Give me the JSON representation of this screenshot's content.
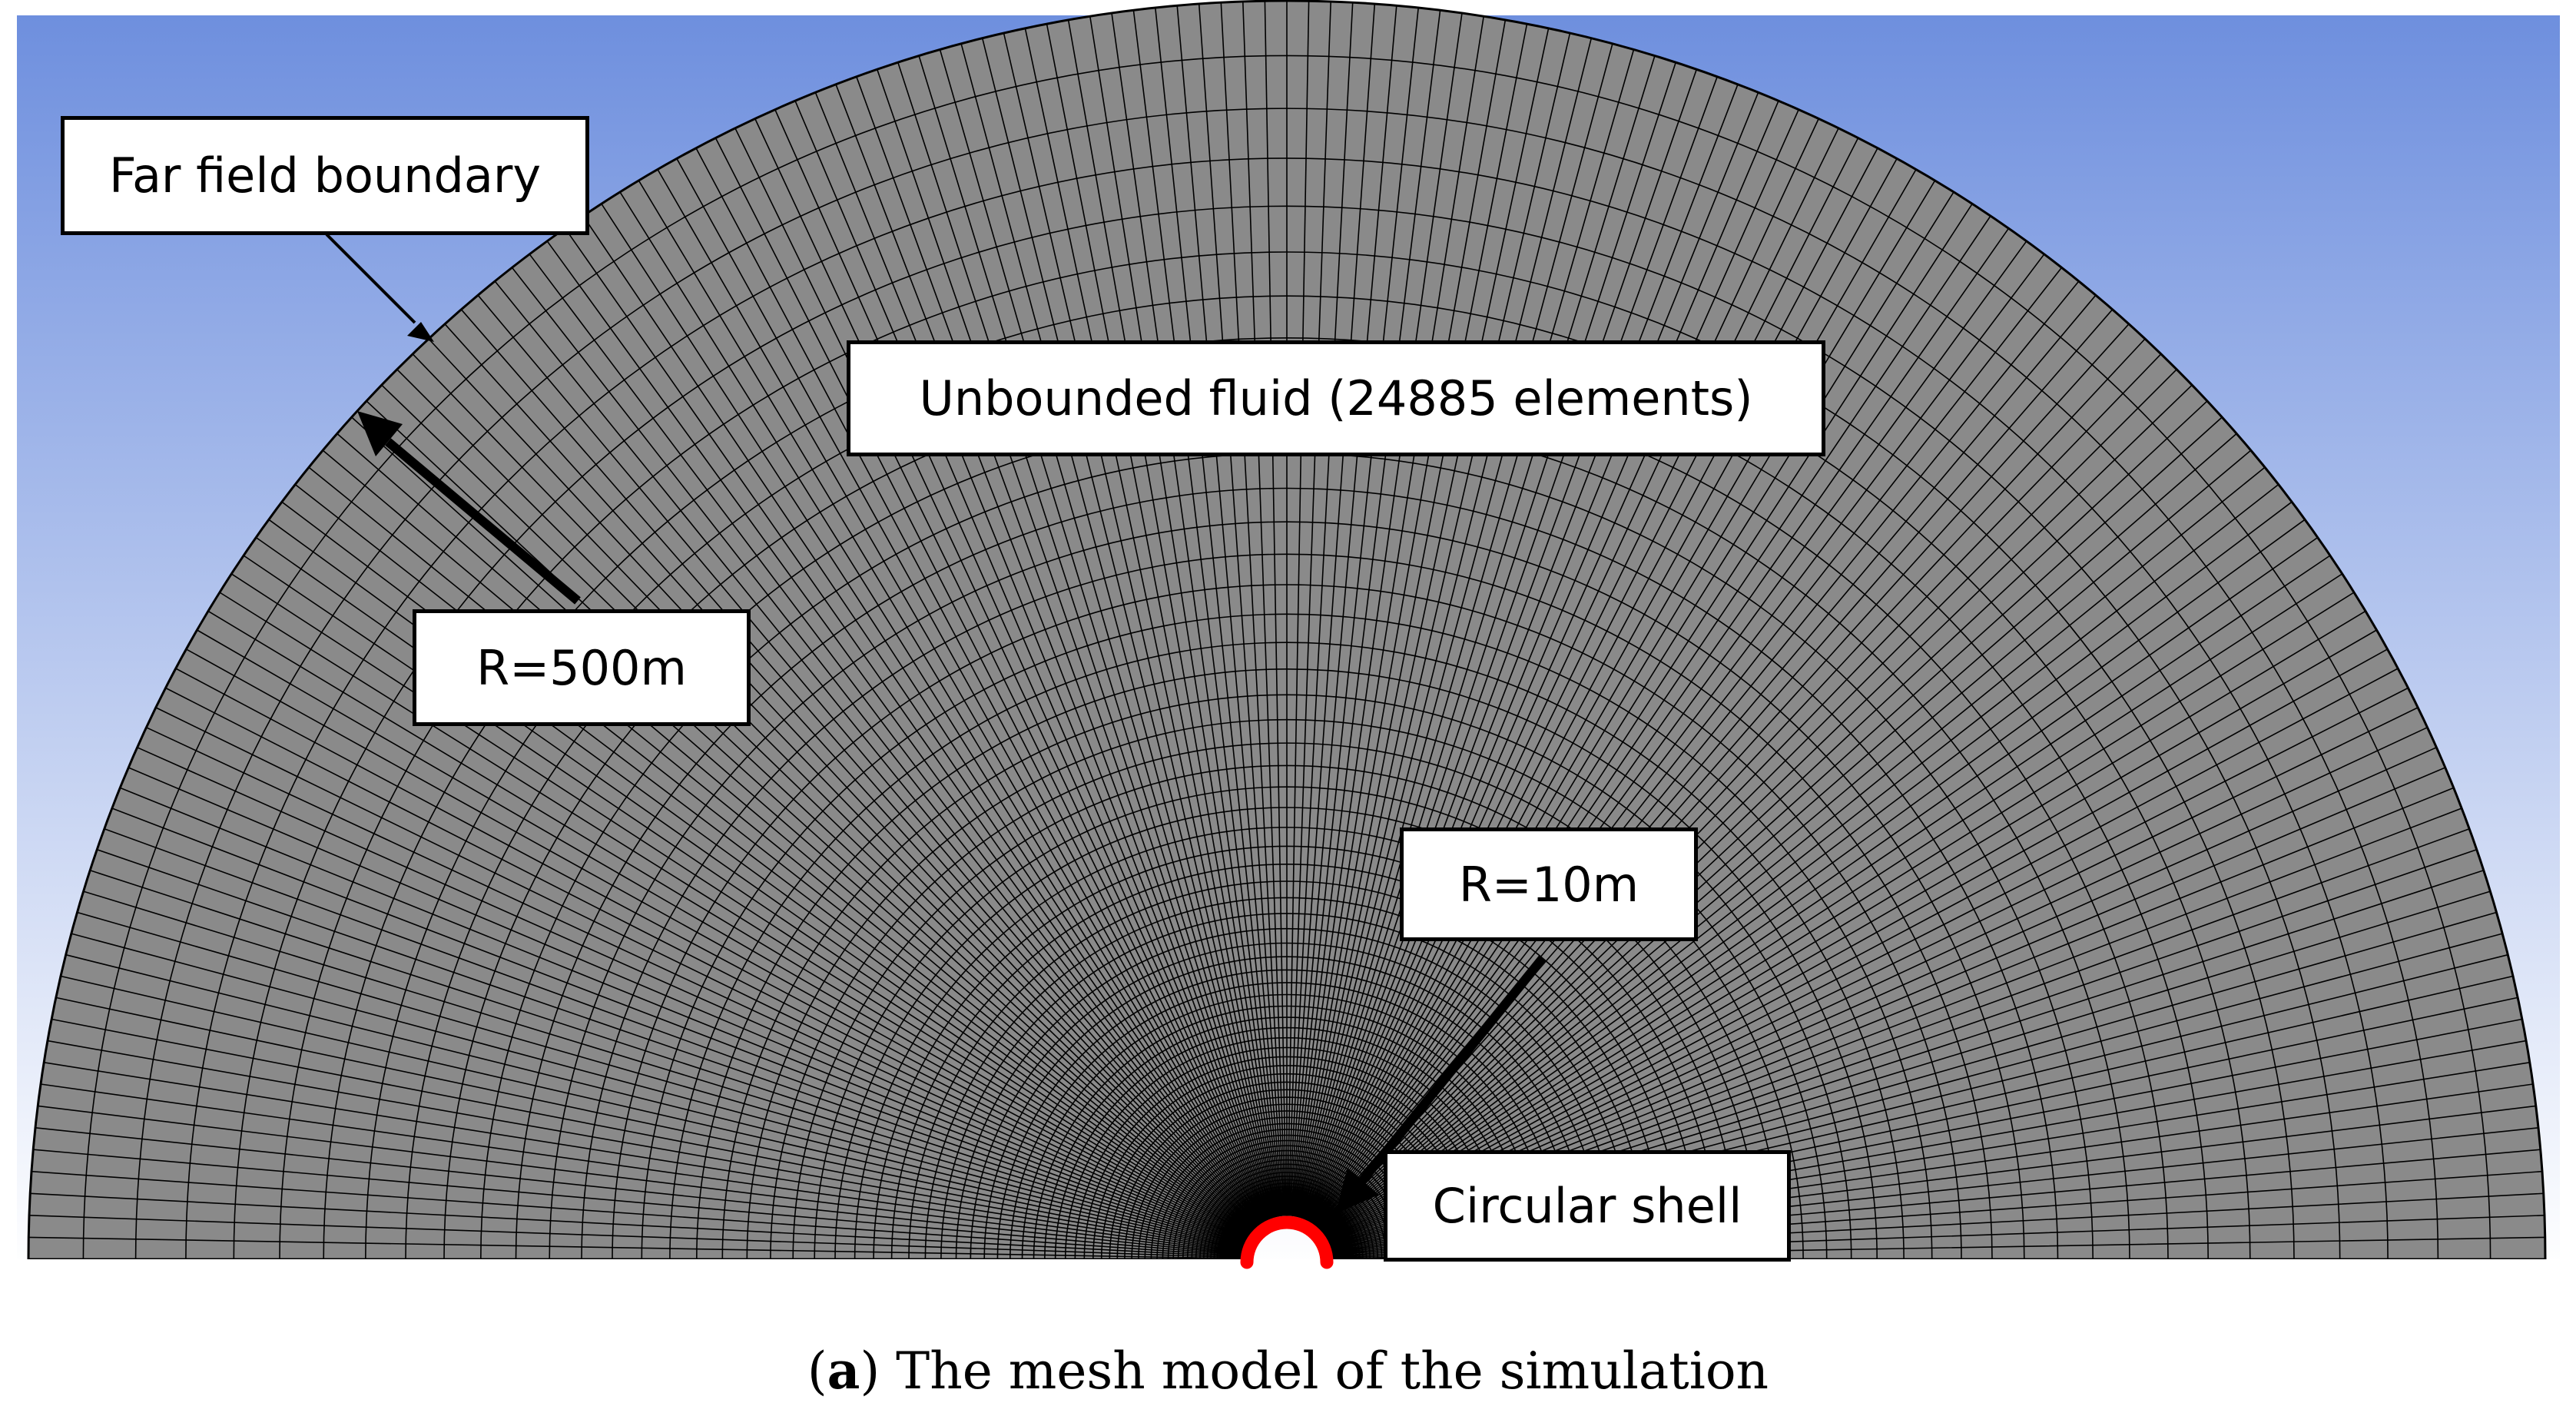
{
  "labels": {
    "far_field": "Far field boundary",
    "fluid": "Unbounded fluid (24885 elements)",
    "outer_radius": "R=500m",
    "inner_radius": "R=10m",
    "shell": "Circular shell"
  },
  "caption": {
    "open": "(",
    "letter": "a",
    "rest": ") The mesh model of the simulation"
  },
  "colors": {
    "background_top": "#6e8fde",
    "background_bottom": "#ffffff",
    "mesh_fill": "#8a8a8a",
    "mesh_lines": "#000000",
    "shell": "#ff0000"
  }
}
